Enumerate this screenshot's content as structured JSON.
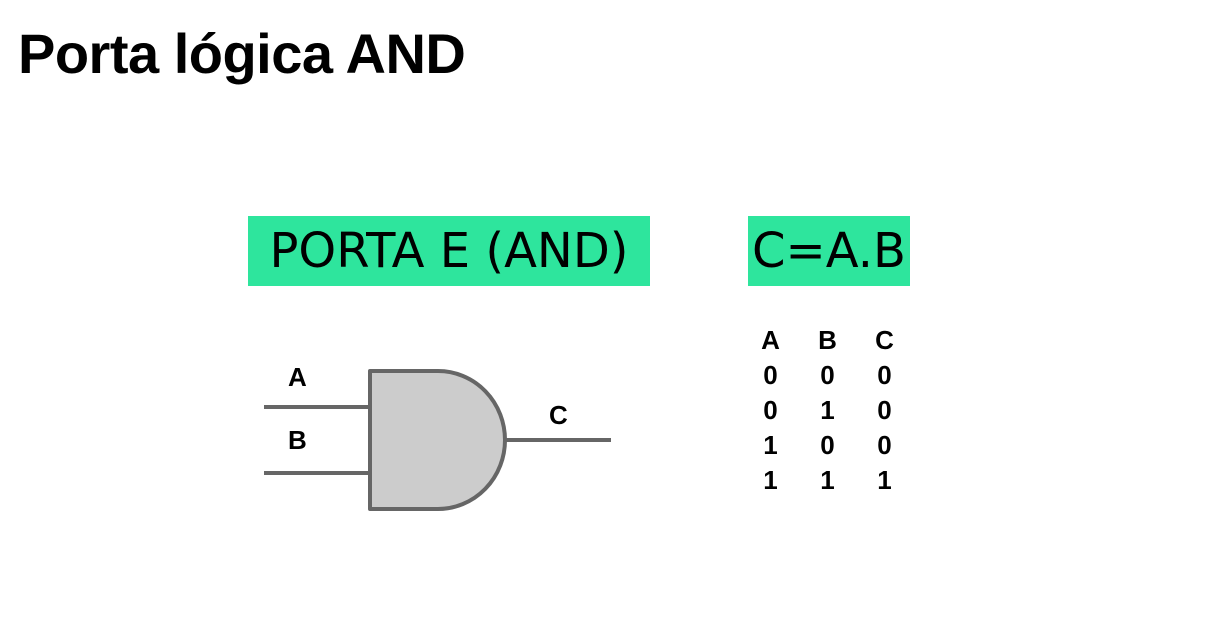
{
  "page": {
    "title": "Porta lógica AND"
  },
  "gate_label": "PORTA E (AND)",
  "formula": "C=A.B",
  "colors": {
    "highlight": "#2ee59d",
    "gate_fill": "#cccccc",
    "gate_stroke": "#666666",
    "text": "#000000"
  },
  "gate": {
    "input_a": "A",
    "input_b": "B",
    "output": "C"
  },
  "truth_table": {
    "headers": [
      "A",
      "B",
      "C"
    ],
    "rows": [
      [
        "0",
        "0",
        "0"
      ],
      [
        "0",
        "1",
        "0"
      ],
      [
        "1",
        "0",
        "0"
      ],
      [
        "1",
        "1",
        "1"
      ]
    ]
  }
}
